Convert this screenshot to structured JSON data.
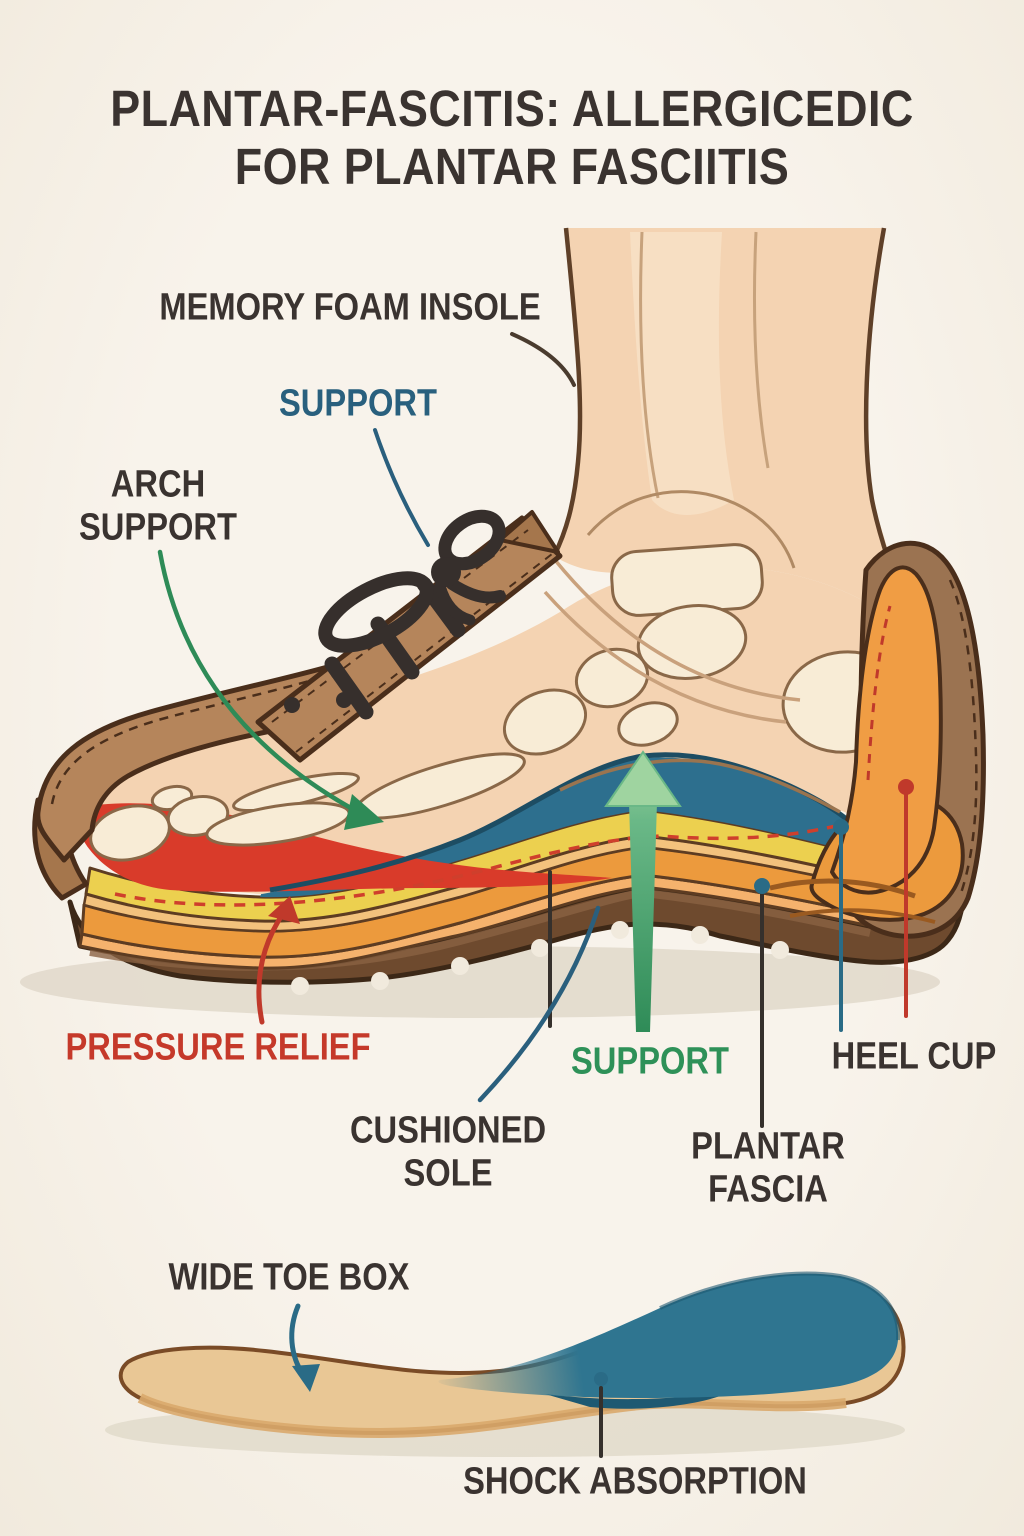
{
  "title": {
    "line1": "PLANTAR-FASCITIS: ALLERGICEDIC",
    "line2": "FOR PLANTAR FASCIITIS",
    "color": "#3a3330"
  },
  "labels": {
    "memory_foam_insole": {
      "text": "MEMORY FOAM INSOLE",
      "color": "#3a3330"
    },
    "support_top": {
      "text": "SUPPORT",
      "color": "#29607e"
    },
    "arch_support": {
      "line1": "ARCH",
      "line2": "SUPPORT",
      "color": "#3a3330"
    },
    "pressure_relief": {
      "text": "PRESSURE RELIEF",
      "color": "#c5392a"
    },
    "cushioned_sole": {
      "line1": "CUSHIONED",
      "line2": "SOLE",
      "color": "#3a3330"
    },
    "support_bottom": {
      "text": "SUPPORT",
      "color": "#2e9158"
    },
    "heel_cup": {
      "text": "HEEL CUP",
      "color": "#3a3330"
    },
    "plantar_fascia": {
      "line1": "PLANTAR",
      "line2": "FASCIA",
      "color": "#3a3330"
    },
    "wide_toe_box": {
      "text": "WIDE TOE BOX",
      "color": "#3a3330"
    },
    "shock_absorption": {
      "text": "SHOCK ABSORPTION",
      "color": "#3a3330"
    }
  },
  "annotations": {
    "arch_support_pointer": "curved-green-arrow",
    "pressure_relief_pointer": "curved-red-arrow",
    "support_up_pointer": "large-green-up-arrow",
    "support_top_pointer": "teal-curved-line",
    "memory_foam_pointer": "dark-curved-line",
    "cushioned_sole_pointers": "black-line-and-teal-curve",
    "plantar_fascia_pointer": "dot-and-line",
    "heel_cup_pointers": "teal-and-red-dot-lines",
    "wide_toe_box_pointer": "teal-curved-arrow",
    "shock_absorption_pointer": "dot-and-line"
  },
  "colors": {
    "background": "#f7f2ea",
    "shadow": "#e0d8ca",
    "skin": "#f4d3b2",
    "bone": "#f8ecd6",
    "bone_outline": "#8a6848",
    "upper_brown": "#b5855b",
    "upper_dark": "#a5764c",
    "upper_outline": "#4a2e1b",
    "counter_brown": "#9b7351",
    "heel_cup_orange": "#f09d44",
    "sole_red": "#d93b2a",
    "sole_teal": "#2d6f8e",
    "sole_yellow": "#ecd04f",
    "sole_tan": "#f3c27d",
    "sole_orange": "#ec9a3d",
    "sole_peach": "#f5b26d",
    "outsole": "#6e4a2e",
    "lace_dark": "#362f2c",
    "callout_dark": "#35302c",
    "callout_teal": "#2a6b86",
    "callout_red": "#c0392b",
    "callout_green": "#2e8b57",
    "insole_tan": "#e9c795",
    "insole_outline": "#7a4b26",
    "insole_teal": "#2f7590"
  }
}
